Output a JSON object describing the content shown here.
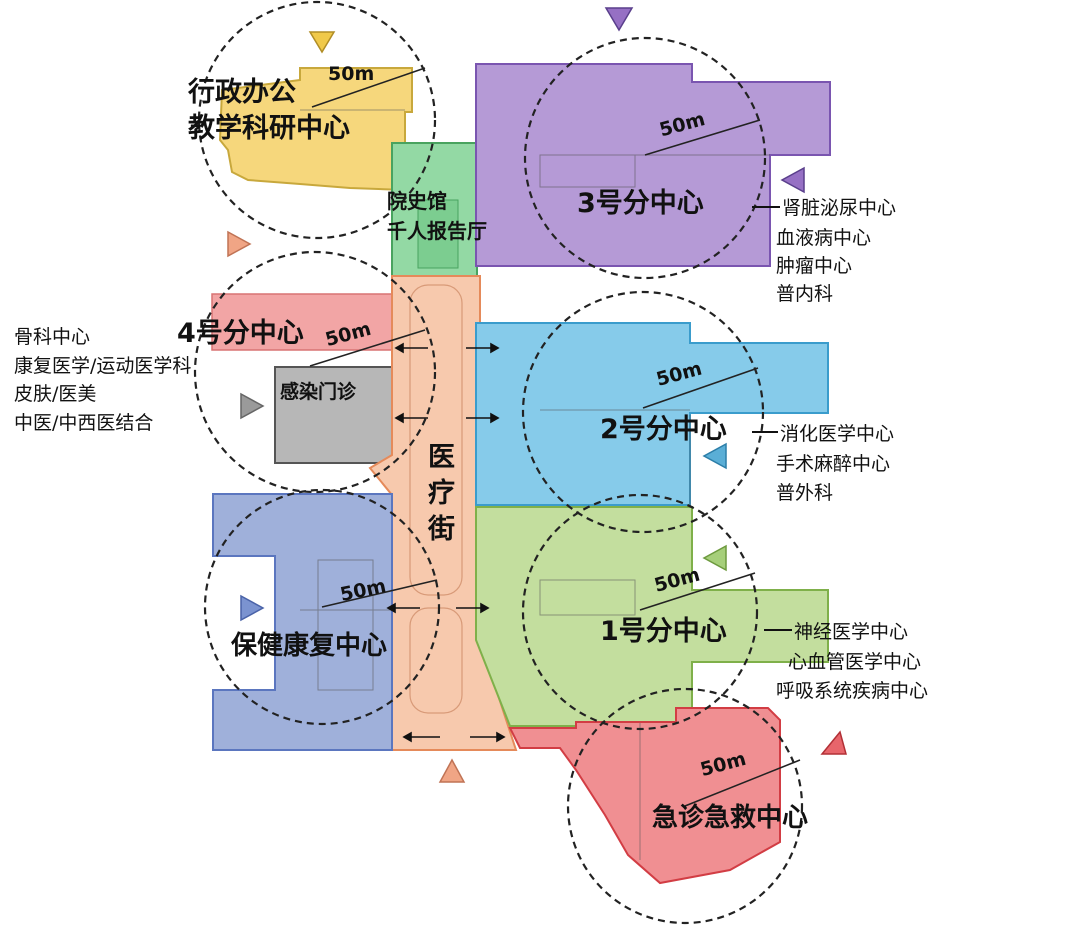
{
  "colors": {
    "admin": "#f6d77c",
    "history": "#93d9a4",
    "center3": "#b59ad6",
    "center4": "#f2a5a5",
    "infection": "#b7b7b7",
    "street": "#f7c9ad",
    "center2": "#86cbea",
    "center1": "#c3de9e",
    "rehab": "#9fb0da",
    "emergency": "#f08f92"
  },
  "zones": {
    "admin": {
      "title_line1": "行政办公",
      "title_line2": "教学科研中心",
      "distance": "50m",
      "entry_icon": "triangle-down-icon",
      "entry_color": "#f0c94a"
    },
    "history": {
      "title_line1": "院史馆",
      "title_line2": "千人报告厅"
    },
    "center3": {
      "title": "3号分中心",
      "distance": "50m",
      "departments": [
        "肾脏泌尿中心",
        "血液病中心",
        "肿瘤中心",
        "普内科"
      ],
      "entry_color_top": "#9670c4",
      "entry_color_side": "#9670c4"
    },
    "center4": {
      "title": "4号分中心",
      "distance": "50m",
      "departments": [
        "骨科中心",
        "康复医学/运动医学科",
        "皮肤/医美",
        "中医/中西医结合"
      ],
      "entry_color": "#f0a585"
    },
    "infection": {
      "title": "感染门诊",
      "entry_color": "#9a9a9a"
    },
    "street": {
      "title_chars": [
        "医",
        "疗",
        "街"
      ],
      "entry_color": "#f0a585"
    },
    "center2": {
      "title": "2号分中心",
      "distance": "50m",
      "departments": [
        "消化医学中心",
        "手术麻醉中心",
        "普外科"
      ],
      "entry_color": "#5aaed6"
    },
    "center1": {
      "title": "1号分中心",
      "distance": "50m",
      "departments": [
        "神经医学中心",
        "心血管医学中心",
        "呼吸系统疾病中心"
      ],
      "entry_color": "#a6cf7a"
    },
    "rehab": {
      "title": "保健康复中心",
      "distance": "50m",
      "entry_color": "#7b93d0"
    },
    "emergency": {
      "title": "急诊急救中心",
      "distance": "50m",
      "entry_color": "#e8656b"
    }
  }
}
